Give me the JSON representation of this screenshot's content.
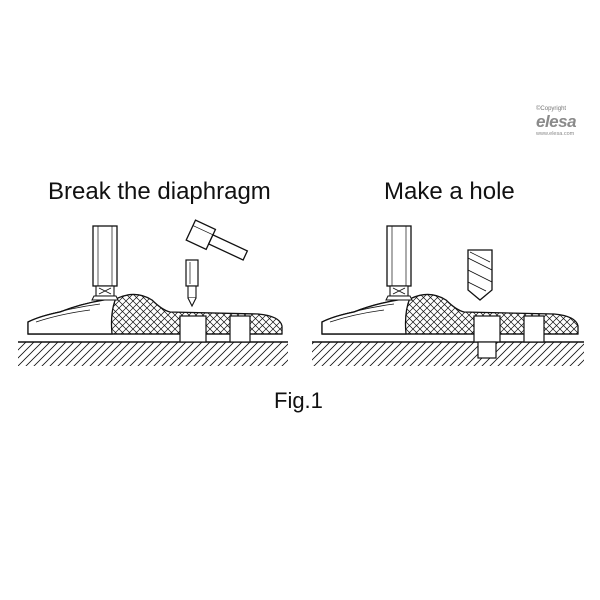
{
  "brand": {
    "copyright": "©Copyright",
    "logo": "elesa",
    "url": "www.elesa.com"
  },
  "panels": [
    {
      "title": "Break the diaphragm",
      "tool": "hammer-and-punch"
    },
    {
      "title": "Make a hole",
      "tool": "drill-bit"
    }
  ],
  "figure_label": "Fig.1",
  "colors": {
    "line": "#111111",
    "background": "#ffffff",
    "logo": "#8a8a8a"
  }
}
